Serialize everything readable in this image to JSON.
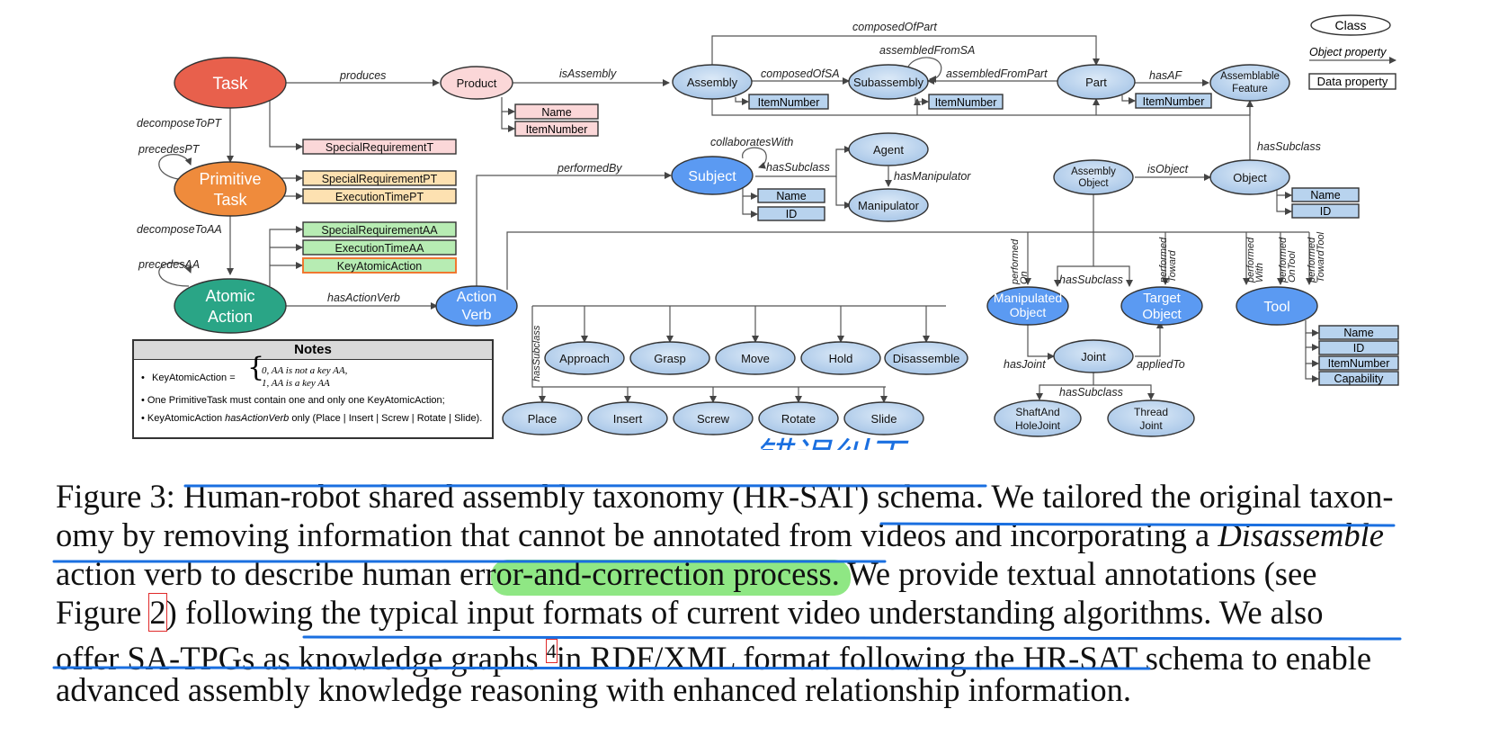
{
  "diagram": {
    "legend": {
      "class": "Class",
      "object_property": "Object property",
      "data_property": "Data property"
    },
    "nodes": {
      "task": "Task",
      "primitive_task": [
        "Primitive",
        "Task"
      ],
      "atomic_action": [
        "Atomic",
        "Action"
      ],
      "product": "Product",
      "assembly": "Assembly",
      "subassembly": "Subassembly",
      "part": "Part",
      "assemblable_feature": [
        "Assemblable",
        "Feature"
      ],
      "subject": "Subject",
      "agent": "Agent",
      "manipulator": "Manipulator",
      "action_verb": [
        "Action",
        "Verb"
      ],
      "assembly_object": [
        "Assembly",
        "Object"
      ],
      "object": "Object",
      "manipulated_object": [
        "Manipulated",
        "Object"
      ],
      "target_object": [
        "Target",
        "Object"
      ],
      "tool": "Tool",
      "joint": "Joint",
      "shaft_and_hole_joint": [
        "ShaftAnd",
        "HoleJoint"
      ],
      "thread_joint": [
        "Thread",
        "Joint"
      ],
      "approach": "Approach",
      "grasp": "Grasp",
      "move": "Move",
      "hold": "Hold",
      "disassemble": "Disassemble",
      "place": "Place",
      "insert": "Insert",
      "screw": "Screw",
      "rotate": "Rotate",
      "slide": "Slide"
    },
    "data_properties": {
      "special_requirement_t": "SpecialRequirementT",
      "special_requirement_pt": "SpecialRequirementPT",
      "execution_time_pt": "ExecutionTimePT",
      "special_requirement_aa": "SpecialRequirementAA",
      "execution_time_aa": "ExecutionTimeAA",
      "key_atomic_action": "KeyAtomicAction",
      "name": "Name",
      "item_number": "ItemNumber",
      "id": "ID",
      "capability": "Capability"
    },
    "edges": {
      "produces": "produces",
      "is_assembly": "isAssembly",
      "composed_of_part": "composedOfPart",
      "assembled_from_sa": "assembledFromSA",
      "composed_of_sa": "composedOfSA",
      "assembled_from_part": "assembledFromPart",
      "has_af": "hasAF",
      "decompose_to_pt": "decomposeToPT",
      "precedes_pt": "precedesPT",
      "decompose_to_aa": "decomposeToAA",
      "precedes_aa": "precedesAA",
      "performed_by": "performedBy",
      "collaborates_with": "collaboratesWith",
      "has_subclass": "hasSubclass",
      "has_manipulator": "hasManipulator",
      "is_object": "isObject",
      "has_action_verb": "hasActionVerb",
      "performed_on": [
        "performed",
        "On"
      ],
      "performed_toward": [
        "performed",
        "Toward"
      ],
      "performed_with": [
        "performed",
        "With"
      ],
      "performed_on_tool": [
        "performed",
        "OnTool"
      ],
      "performed_toward_tool": [
        "performed",
        "TowardTool"
      ],
      "has_joint": "hasJoint",
      "applied_to": "appliedTo"
    },
    "notes": {
      "title": "Notes",
      "key_lhs": "KeyAtomicAction =",
      "case0": "0,   AA is not a key AA,",
      "case1": "1,        AA is a key AA",
      "line2": "One PrimitiveTask must contain one and only one KeyAtomicAction;",
      "line3_a": "KeyAtomicAction ",
      "line3_b": "hasActionVerb",
      "line3_c": " only (Place | Insert | Screw | Rotate | Slide)."
    },
    "handwriting": "错误纠正",
    "colors": {
      "task": "#e8604c",
      "primitive_task": "#ef8b3c",
      "atomic_action": "#2aa586",
      "class_blue": "#b8d3ee",
      "bright_blue": "#5b9af2",
      "product": "#fbd7d8",
      "dp_red": "#fbd7d8",
      "dp_orange": "#fde1b1",
      "dp_green": "#b7ecb3",
      "dp_blue": "#b8d3ee",
      "annotation_blue": "#1a6fe0",
      "annotation_red": "#e02a2a",
      "highlight_green": "#7be36f"
    }
  },
  "caption": {
    "lines": [
      {
        "segs": [
          {
            "t": "Figure 3: "
          },
          {
            "t": "Human-robot shared assembly taxonomy (HR-SAT) schema."
          },
          {
            "t": " We tailored the original taxon-"
          }
        ]
      },
      {
        "segs": [
          {
            "t": "omy by removing information that cannot be annotated from "
          },
          {
            "t": "videos and incorporating a "
          },
          {
            "t": "Disassemble",
            "i": true
          }
        ]
      },
      {
        "segs": [
          {
            "t": "action verb to describe human "
          },
          {
            "t": "error-and-correction pr"
          },
          {
            "t": "ocess."
          },
          {
            "t": " We provide textual annotations (see"
          }
        ]
      },
      {
        "segs": [
          {
            "t": "Figure "
          },
          {
            "t": "2"
          },
          {
            "t": ") following the typical input formats of current video understanding algorithms. We also"
          }
        ]
      },
      {
        "segs": [
          {
            "t": "offer SA-TPGs as "
          },
          {
            "t": "knowledge graphs "
          },
          {
            "t": "4",
            "sup": true
          },
          {
            "t": "in RDF/XML format following the HR-SAT schema to enable"
          }
        ]
      },
      {
        "segs": [
          {
            "t": "advanced assembly knowledge reasoning with enhanced relationship information"
          },
          {
            "t": "."
          }
        ]
      }
    ]
  }
}
